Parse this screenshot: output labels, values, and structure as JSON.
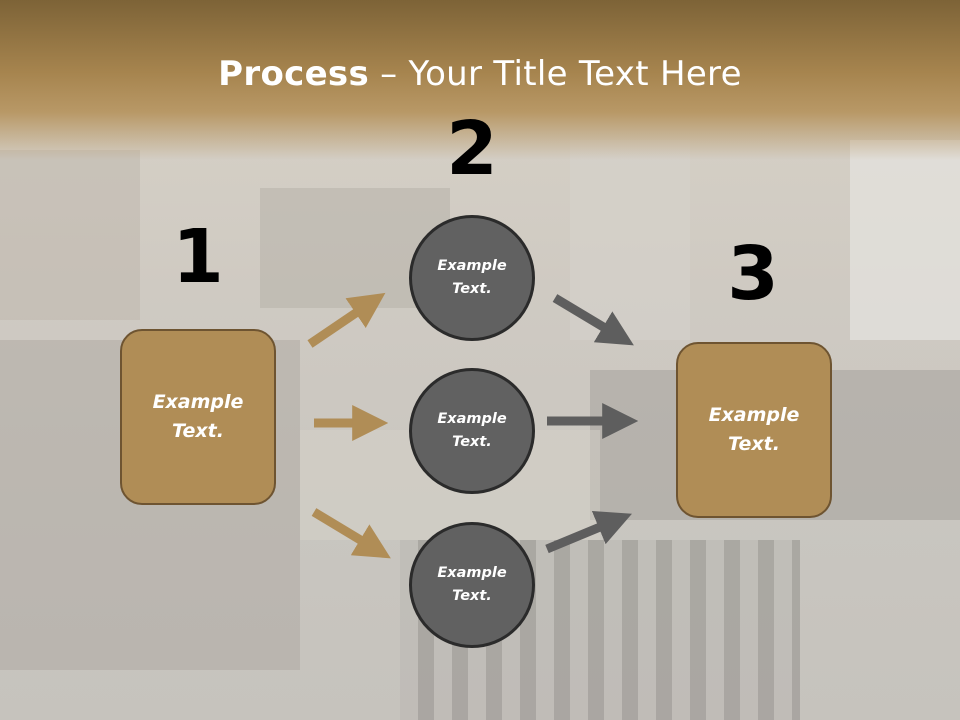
{
  "slide": {
    "title_bold": "Process",
    "title_rest": " – Your Title Text Here"
  },
  "steps": {
    "one": "1",
    "two": "2",
    "three": "3"
  },
  "boxes": {
    "left": "Example\nText.",
    "right": "Example\nText."
  },
  "circles": {
    "top": "Example\nText.",
    "middle": "Example\nText.",
    "bottom": "Example\nText."
  },
  "colors": {
    "header": "#a6844e",
    "box_fill": "#b08d56",
    "box_border": "#6e5431",
    "circle_fill": "#616161",
    "tan_arrow": "#b08d56",
    "gray_arrow": "#5e5e5e"
  }
}
